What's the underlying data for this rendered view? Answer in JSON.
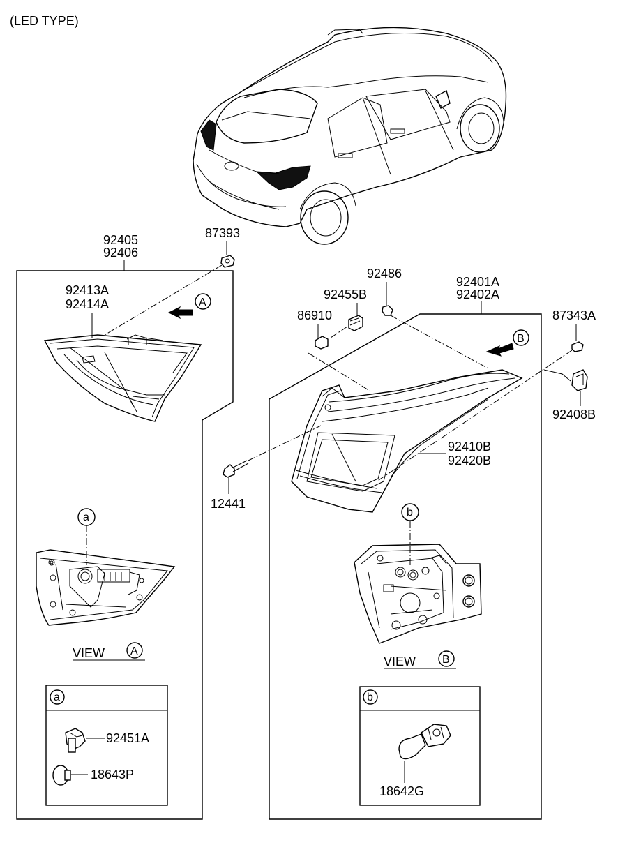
{
  "header": {
    "title": "(LED TYPE)"
  },
  "parts": {
    "p92405": "92405",
    "p92406": "92406",
    "p87393": "87393",
    "p92413A": "92413A",
    "p92414A": "92414A",
    "p92486": "92486",
    "p92455B": "92455B",
    "p86910": "86910",
    "p92401A": "92401A",
    "p92402A": "92402A",
    "p87343A": "87343A",
    "p92408B": "92408B",
    "p92410B": "92410B",
    "p92420B": "92420B",
    "p12441": "12441",
    "p92451A": "92451A",
    "p18643P": "18643P",
    "p18642G": "18642G"
  },
  "views": {
    "view_a_text": "VIEW",
    "view_a_letter": "A",
    "view_b_text": "VIEW",
    "view_b_letter": "B",
    "arrow_a": "A",
    "arrow_b": "B"
  },
  "callouts": {
    "a": "a",
    "b": "b",
    "box_a": "a",
    "box_b": "b"
  }
}
